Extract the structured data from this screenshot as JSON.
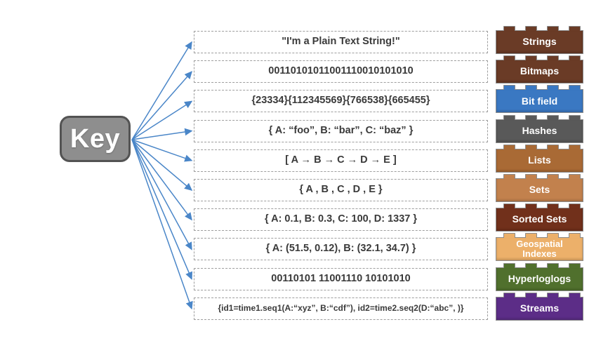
{
  "key": {
    "label": "Key"
  },
  "colors": {
    "arrow": "#4a86c8",
    "key_fill": "#8e8e8e",
    "key_border": "#535353",
    "box_border": "#9e9e9e",
    "value_text": "#3a3a3a",
    "brick_text": "#ffffff"
  },
  "rows": [
    {
      "value": "\"I'm a Plain Text String!\"",
      "type": "Strings",
      "color": "#6a3b26"
    },
    {
      "value": "00110101011001110010101010",
      "type": "Bitmaps",
      "color": "#6a3b26"
    },
    {
      "value": "{23334}{112345569}{766538}{665455}",
      "type": "Bit field",
      "color": "#3a78c2"
    },
    {
      "value": "{ A: “foo”, B: “bar”, C: “baz”  }",
      "type": "Hashes",
      "color": "#595959"
    },
    {
      "value": "[ A → B → C → D → E ]",
      "type": "Lists",
      "color": "#a96a35"
    },
    {
      "value": "{ A , B , C , D , E }",
      "type": "Sets",
      "color": "#c2814d"
    },
    {
      "value": "{ A: 0.1, B: 0.3, C: 100, D: 1337 }",
      "type": "Sorted Sets",
      "color": "#71301b"
    },
    {
      "value": "{ A: (51.5, 0.12), B: (32.1, 34.7)  }",
      "type": "Geospatial Indexes",
      "color": "#ecb06a"
    },
    {
      "value": "00110101 11001110 10101010",
      "type": "Hyperloglogs",
      "color": "#50702d"
    },
    {
      "value": "{id1=time1.seq1(A:“xyz”, B:“cdf”), id2=time2.seq2(D:“abc”, )}",
      "type": "Streams",
      "color": "#5c2d87"
    }
  ]
}
